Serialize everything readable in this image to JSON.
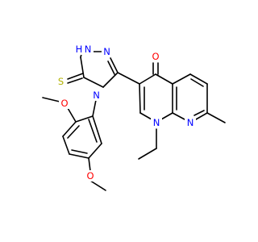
{
  "colors": {
    "background": "#ffffff",
    "bond": "#000000",
    "N": "#0000ff",
    "O": "#ff0000",
    "S": "#b2b200"
  },
  "atoms": {
    "sulfur": "S",
    "triazole_n4": "N",
    "triazole_n2": "N",
    "triazole_nh": "H",
    "triazole_n1": "N",
    "ketone_o": "O",
    "ring_n1": "N",
    "pyridine_n8": "N",
    "methoxy_o_upper": "O",
    "methoxy_o_lower": "O"
  }
}
